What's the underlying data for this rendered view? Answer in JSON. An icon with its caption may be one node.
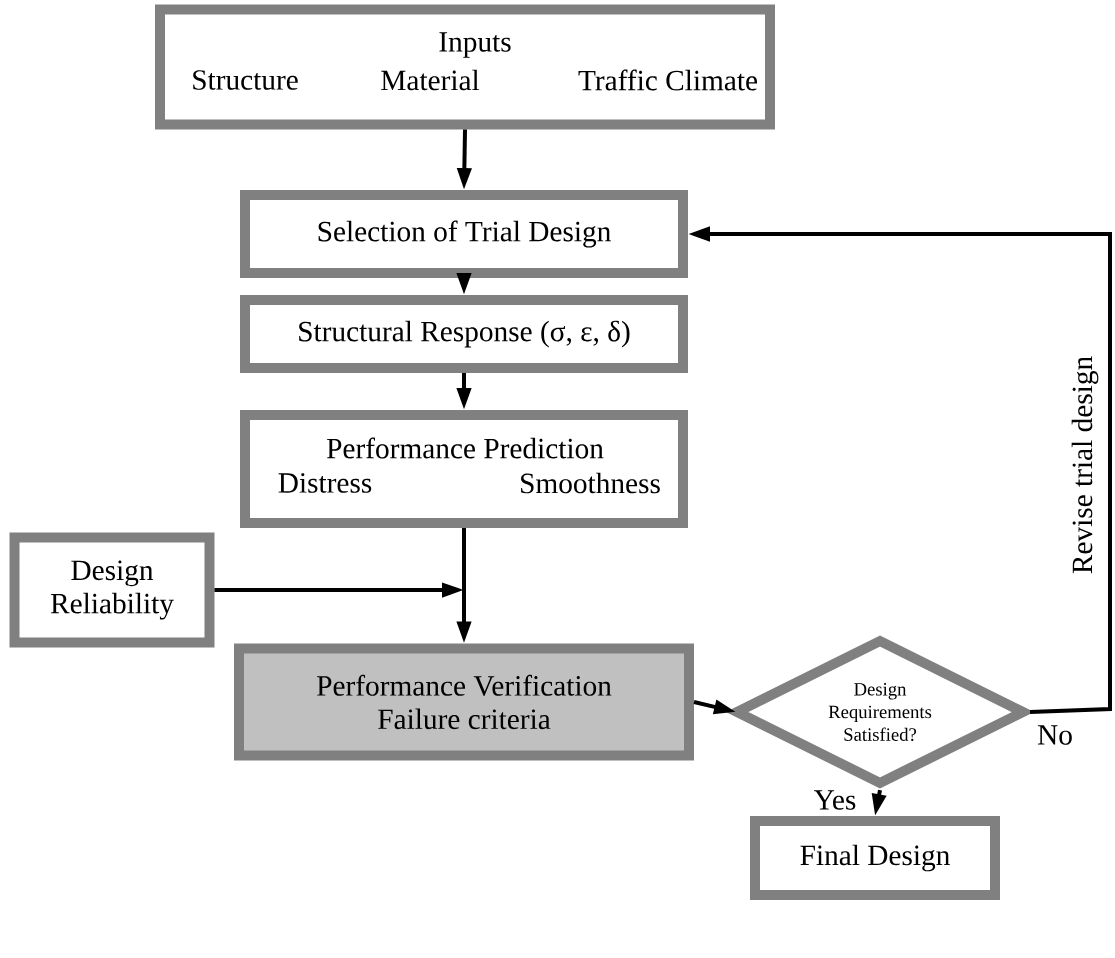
{
  "diagram": {
    "nodes": [
      {
        "text": [
          "Inputs",
          "Structure",
          "Material",
          "Traffic Climate"
        ]
      },
      {
        "text": [
          "Selection of Trial Design"
        ]
      },
      {
        "text": [
          "Structural Response (σ, ε, δ)"
        ]
      },
      {
        "text": [
          "Performance Prediction",
          "Distress",
          "Smoothness"
        ]
      },
      {
        "text": [
          "Design Reliability"
        ]
      },
      {
        "text": [
          "Performance Verification Failure criteria"
        ]
      },
      {
        "text": [
          "Design Requirements Satisfied?"
        ]
      },
      {
        "text": [
          "Final Design"
        ]
      }
    ],
    "edges": [
      {
        "from": 0,
        "to": 1,
        "arrow": "to"
      },
      {
        "from": 1,
        "to": 2,
        "arrow": "to"
      },
      {
        "from": 2,
        "to": 3,
        "arrow": "to"
      },
      {
        "from": 3,
        "to": 5,
        "arrow": "to"
      },
      {
        "from": 4,
        "to": 5,
        "arrow": "to"
      },
      {
        "from": 5,
        "to": 6,
        "arrow": "to"
      },
      {
        "from": 6,
        "to": 7,
        "arrow": "to",
        "label": "Yes"
      },
      {
        "from": 6,
        "to": 1,
        "arrow": "to",
        "label": "No"
      }
    ],
    "labels": [
      "Revise trial design"
    ]
  }
}
